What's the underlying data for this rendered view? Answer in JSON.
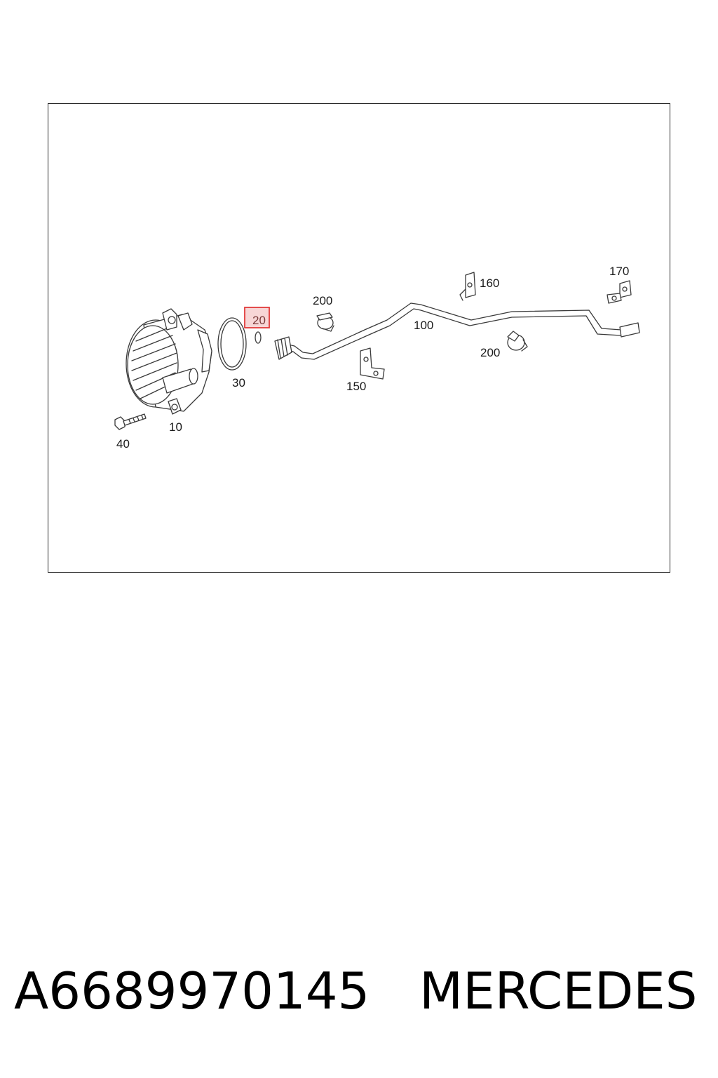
{
  "diagram": {
    "callouts": {
      "pump": "10",
      "seal_ring_small": "20",
      "seal_ring_large": "30",
      "bolt": "40",
      "line": "100",
      "bracket_150": "150",
      "bracket_160": "160",
      "bracket_170": "170",
      "clamp_left": "200",
      "clamp_right": "200"
    },
    "highlighted_callout": "20",
    "highlight_color": "#e23b3b",
    "highlight_fill": "#f7d6d6"
  },
  "footer": {
    "part_number": "A6689970145",
    "brand": "MERCEDES"
  }
}
